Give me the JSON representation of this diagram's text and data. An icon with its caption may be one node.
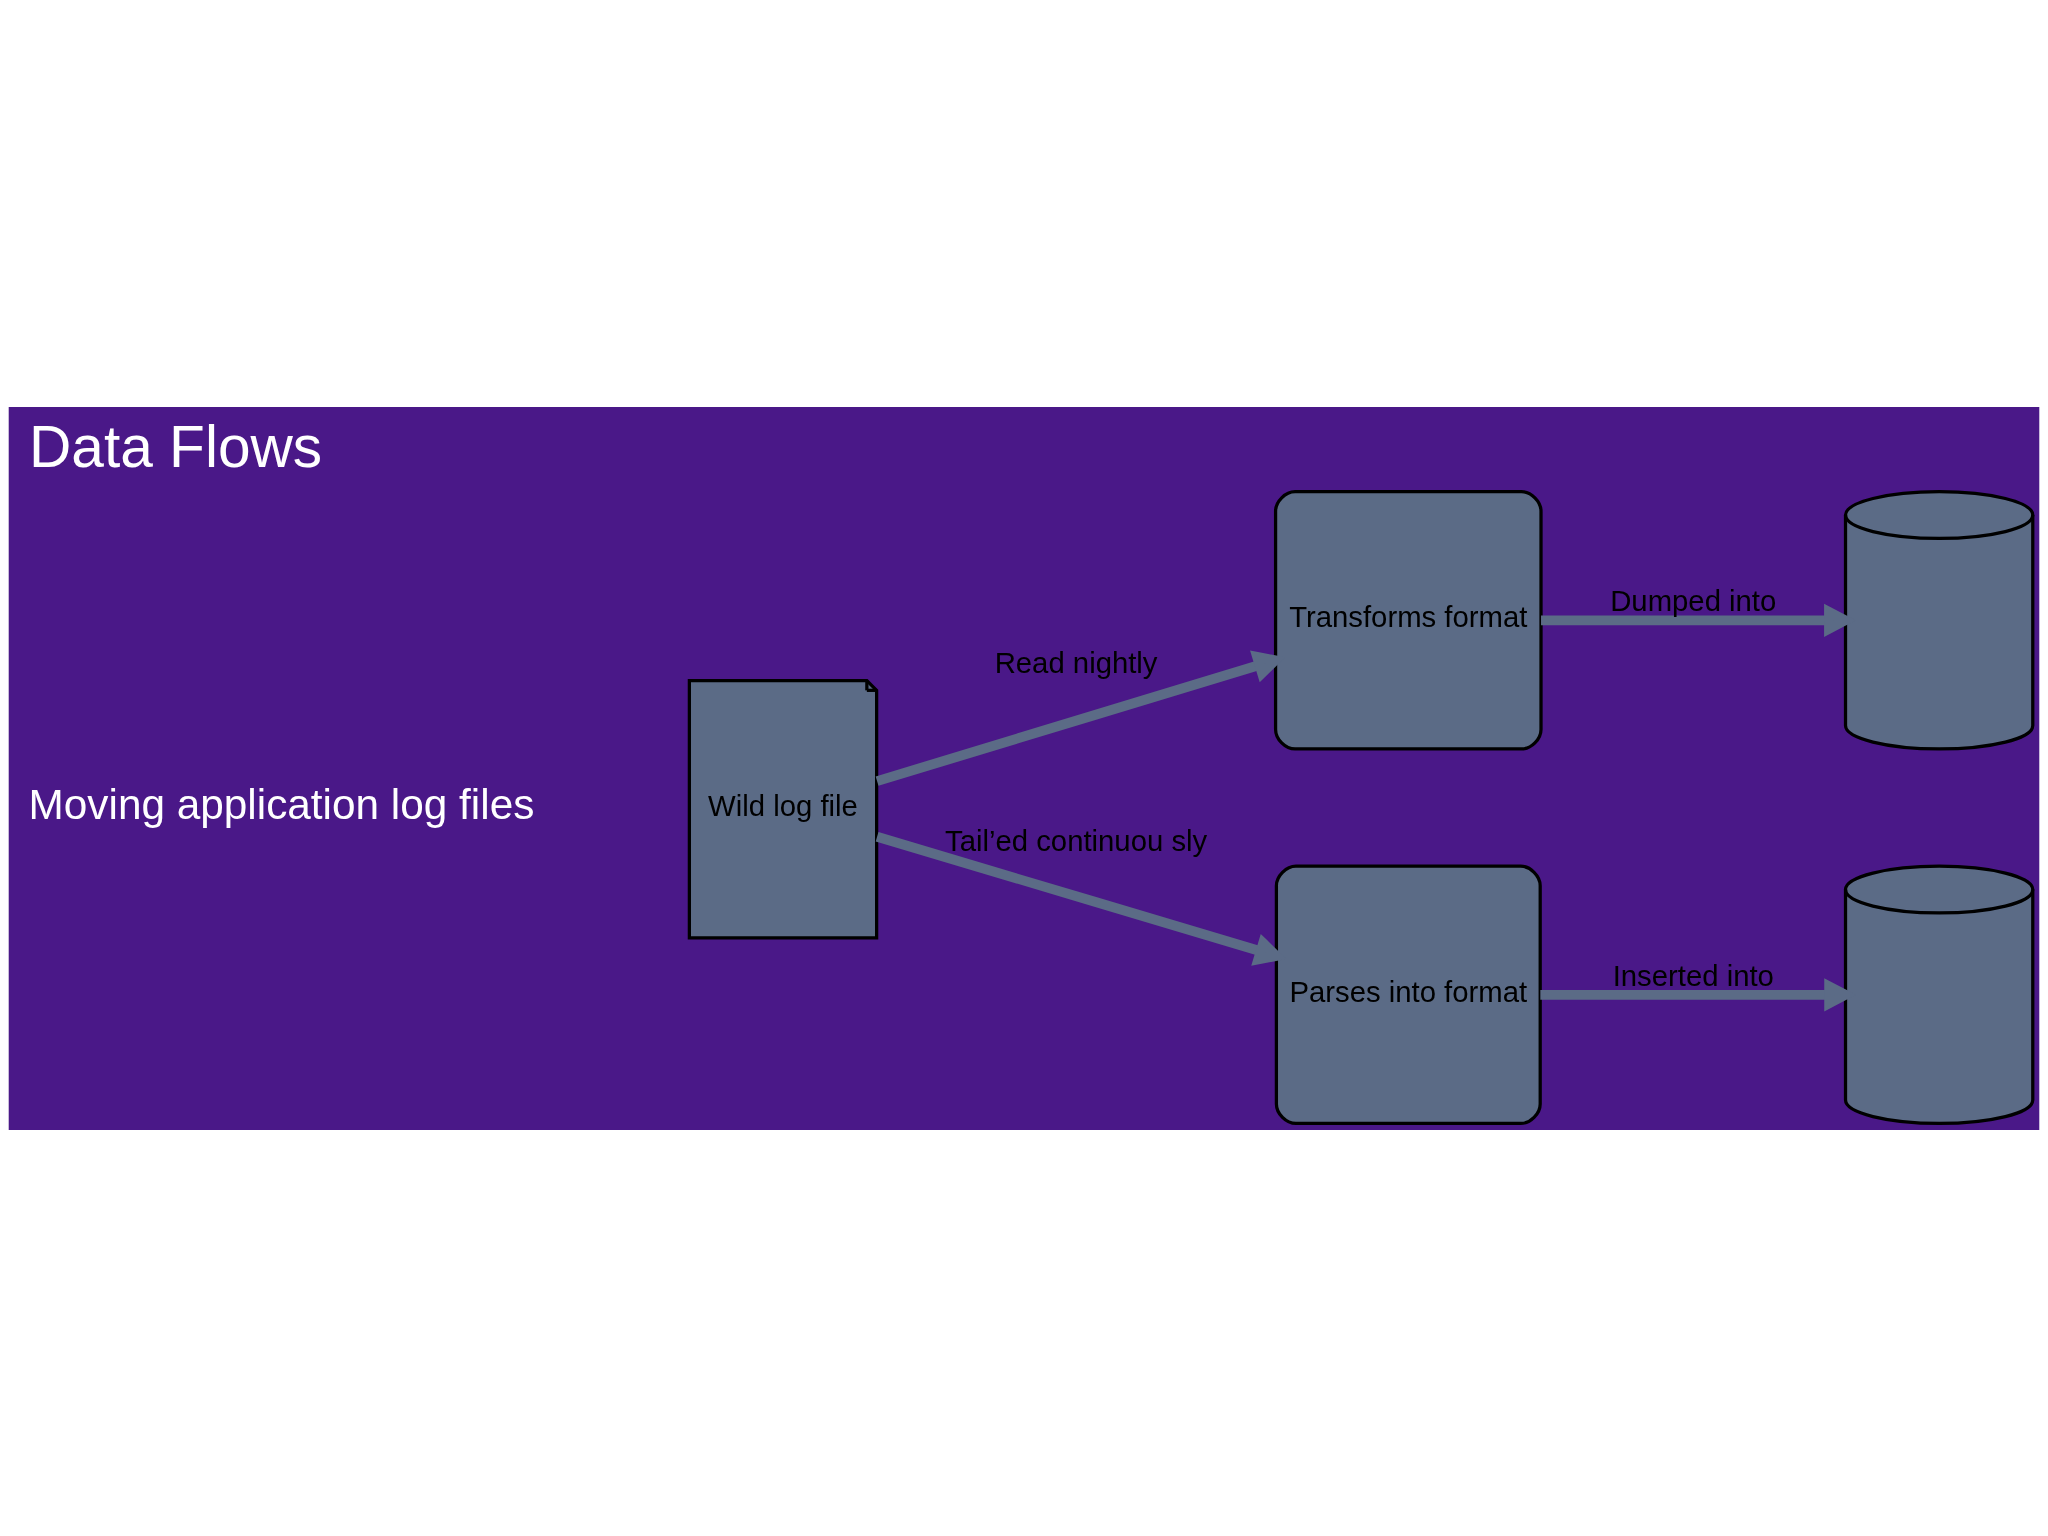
{
  "diagram": {
    "title": "Data Flows",
    "nodes": [
      {
        "text": [
          "Wild log file"
        ]
      },
      {
        "text": [
          "Transforms format"
        ]
      },
      {
        "text": [
          "Parses into format"
        ]
      },
      {
        "text": [],
        "shape": "cylinder"
      },
      {
        "text": [],
        "shape": "cylinder"
      }
    ],
    "edges": [
      {
        "from": 0,
        "to": 1,
        "arrow": "to",
        "label": "Read nightly"
      },
      {
        "from": 0,
        "to": 2,
        "arrow": "to",
        "label": "Tail’ed continuou sly"
      },
      {
        "from": 1,
        "to": 3,
        "arrow": "to",
        "label": "Dumped into"
      },
      {
        "from": 2,
        "to": 4,
        "arrow": "to",
        "label": "Inserted into"
      }
    ],
    "labels": [
      "Moving application log files"
    ]
  }
}
